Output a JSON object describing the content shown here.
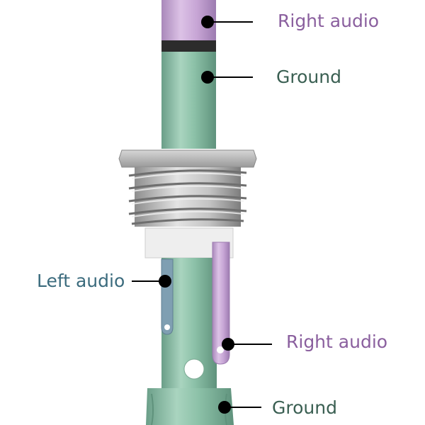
{
  "labels": {
    "tip_right_audio": "Right audio",
    "sleeve_ground": "Ground",
    "left_audio": "Left audio",
    "lug_right_audio": "Right audio",
    "lug_ground": "Ground"
  },
  "colors": {
    "right_audio": "#8a5f9e",
    "ground": "#3a5f52",
    "left_audio": "#3b6b7d",
    "pin_green": "#8dbfa7",
    "pin_purple": "#c9a6d7",
    "metal": "#b9b9b9"
  }
}
